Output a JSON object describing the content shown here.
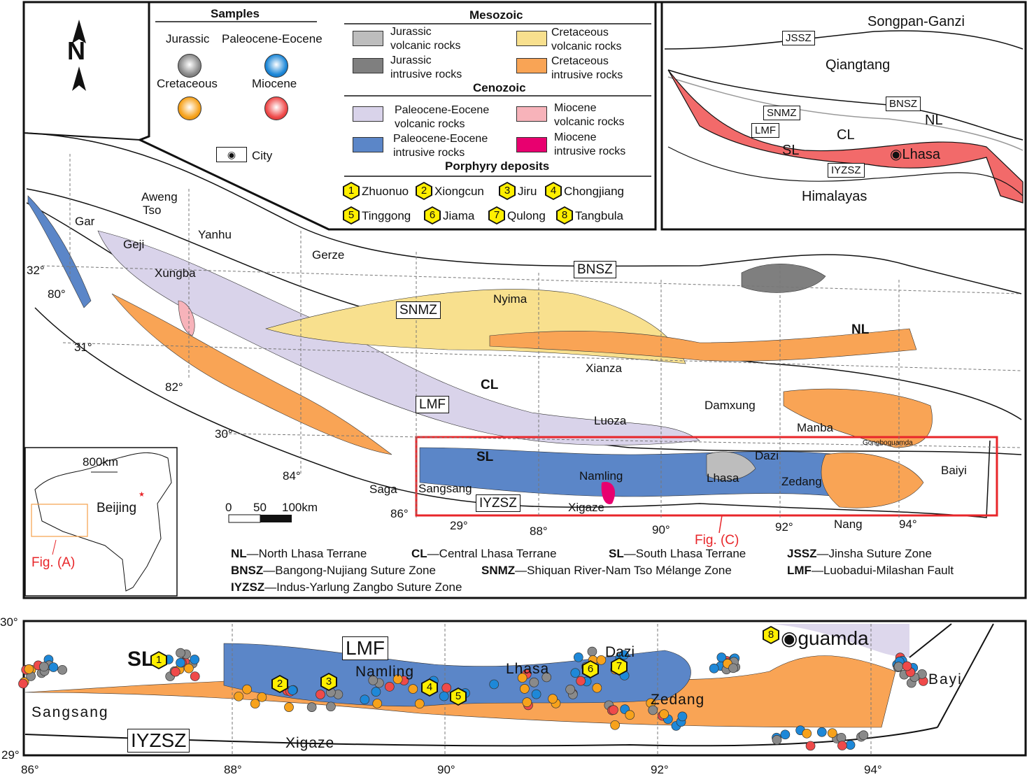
{
  "legend": {
    "samples_title": "Samples",
    "samples": [
      {
        "label": "Jurassic",
        "color": "#8a8a8a"
      },
      {
        "label": "Paleocene-Eocene",
        "color": "#1e88d8"
      },
      {
        "label": "Cretaceous",
        "color": "#f7a21b"
      },
      {
        "label": "Miocene",
        "color": "#ef4a4a"
      }
    ],
    "city_label": "City",
    "mesozoic_title": "Mesozoic",
    "cenozoic_title": "Cenozoic",
    "porphyry_title": "Porphyry deposits",
    "units": [
      {
        "label1": "Jurassic",
        "label2": "volcanic rocks",
        "color": "#bdbdbd"
      },
      {
        "label1": "Jurassic",
        "label2": "intrusive rocks",
        "color": "#7f7f7f"
      },
      {
        "label1": "Cretaceous",
        "label2": "volcanic rocks",
        "color": "#f8e08e"
      },
      {
        "label1": "Cretaceous",
        "label2": "intrusive rocks",
        "color": "#f9a455"
      },
      {
        "label1": "Paleocene-Eocene",
        "label2": "volcanic rocks",
        "color": "#d9d3ea"
      },
      {
        "label1": "Paleocene-Eocene",
        "label2": "intrusive rocks",
        "color": "#5b86c8"
      },
      {
        "label1": "Miocene",
        "label2": "volcanic rocks",
        "color": "#f7b3ba"
      },
      {
        "label1": "Miocene",
        "label2": "intrusive rocks",
        "color": "#e8006f"
      }
    ],
    "deposits": [
      {
        "n": "1",
        "name": "Zhuonuo"
      },
      {
        "n": "2",
        "name": "Xiongcun"
      },
      {
        "n": "3",
        "name": "Jiru"
      },
      {
        "n": "4",
        "name": "Chongjiang"
      },
      {
        "n": "5",
        "name": "Tinggong"
      },
      {
        "n": "6",
        "name": "Jiama"
      },
      {
        "n": "7",
        "name": "Qulong"
      },
      {
        "n": "8",
        "name": "Tangbula"
      }
    ]
  },
  "north": "N",
  "inset_tectonic": {
    "songpan": "Songpan-Ganzi",
    "jssz": "JSSZ",
    "qiangtang": "Qiangtang",
    "bnsz": "BNSZ",
    "snmz": "SNMZ",
    "nl": "NL",
    "lmf": "LMF",
    "cl": "CL",
    "sl": "SL",
    "lhasa": "Lhasa",
    "iyzsz": "IYZSZ",
    "himalayas": "Himalayas"
  },
  "inset_china": {
    "scale": "800km",
    "beijing": "Beijing",
    "fig": "Fig. (A)"
  },
  "main_map": {
    "cities": [
      "Aweng",
      "Tso",
      "Gar",
      "Geji",
      "Yanhu",
      "Xungba",
      "Gerze",
      "Nyima",
      "Xianza",
      "Damxung",
      "Luoza",
      "Manba",
      "Gongboguamda",
      "Baiyi",
      "Dazi",
      "Lhasa",
      "Zedang",
      "Namling",
      "Xigaze",
      "Sangsang",
      "Saga",
      "Nang"
    ],
    "zones": {
      "bnsz": "BNSZ",
      "snmz": "SNMZ",
      "lmf": "LMF",
      "iyzsz": "IYZSZ",
      "nl": "NL",
      "cl": "CL",
      "sl": "SL"
    },
    "ticks": [
      "32°",
      "80°",
      "31°",
      "82°",
      "30°",
      "84°",
      "86°",
      "29°",
      "88°",
      "90°",
      "92°",
      "94°"
    ],
    "scale": [
      "0",
      "50",
      "100km"
    ],
    "fig_c": "Fig. (C)"
  },
  "abbreviations": [
    {
      "abbr": "NL",
      "text": "—North Lhasa Terrane"
    },
    {
      "abbr": "CL",
      "text": "—Central Lhasa Terrane"
    },
    {
      "abbr": "SL",
      "text": "—South Lhasa Terrane"
    },
    {
      "abbr": "JSSZ",
      "text": "—Jinsha Suture Zone"
    },
    {
      "abbr": "BNSZ",
      "text": "—Bangong-Nujiang Suture Zone"
    },
    {
      "abbr": "SNMZ",
      "text": "—Shiquan River-Nam Tso Mélange Zone"
    },
    {
      "abbr": "LMF",
      "text": "—Luobadui-Milashan Fault"
    },
    {
      "abbr": "IYZSZ",
      "text": "—Indus-Yarlung Zangbo Suture Zone"
    }
  ],
  "detail_map": {
    "labels": {
      "sl": "SL",
      "lmf": "LMF",
      "namling": "Namling",
      "lhasa": "Lhasa",
      "dazi": "Dazi",
      "guamda": "guamda",
      "bayi": "Bayi",
      "sangsang": "Sangsang",
      "iyzsz": "IYZSZ",
      "zedang": "Zedang",
      "xigaze": "Xigaze"
    },
    "lat": [
      "30°",
      "29°"
    ],
    "lon": [
      "86°",
      "88°",
      "90°",
      "92°",
      "94°"
    ]
  }
}
